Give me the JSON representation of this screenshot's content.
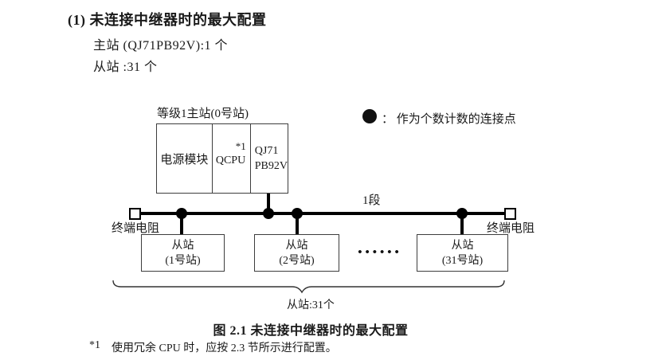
{
  "header": {
    "title": "(1) 未连接中继器时的最大配置",
    "line1": "主站 (QJ71PB92V):1 个",
    "line2": "从站 :31 个"
  },
  "legend": {
    "label": "：  作为个数计数的连接点"
  },
  "diagram": {
    "master_label": "等级1主站(0号站)",
    "master_modules": {
      "power": "电源模块",
      "cpu": "QCPU",
      "cpu_note": "*1",
      "pb_line1": "QJ71",
      "pb_line2": "PB92V"
    },
    "segment_label": "1段",
    "terminator_left": "终端电阻",
    "terminator_right": "终端电阻",
    "slaves": [
      {
        "name": "从站",
        "station": "(1号站)"
      },
      {
        "name": "从站",
        "station": "(2号站)"
      },
      {
        "name": "从站",
        "station": "(31号站)"
      }
    ],
    "ellipsis": "••••••",
    "brace_label": "从站:31个"
  },
  "caption": "图 2.1 未连接中继器时的最大配置",
  "footnote": {
    "marker": "*1",
    "text": "使用冗余 CPU 时，应按 2.3 节所示进行配置。"
  },
  "colors": {
    "ink": "#1a1a1a",
    "line": "#000000",
    "box_border": "#3d3d3d"
  }
}
